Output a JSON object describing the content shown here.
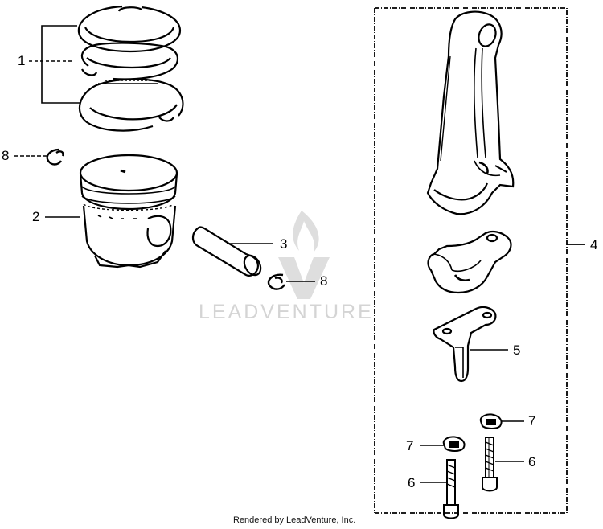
{
  "callouts": {
    "piston_rings": "1",
    "piston": "2",
    "piston_pin": "3",
    "connecting_rod_assembly": "4",
    "oil_dipper": "5",
    "rod_bolt_left": "6",
    "rod_bolt_right": "6",
    "lock_plate_left": "7",
    "lock_plate_right": "7",
    "retaining_ring_top": "8",
    "retaining_ring_bottom": "8"
  },
  "watermark": "LEADVENTURE",
  "footer": "Rendered by LeadVenture, Inc."
}
